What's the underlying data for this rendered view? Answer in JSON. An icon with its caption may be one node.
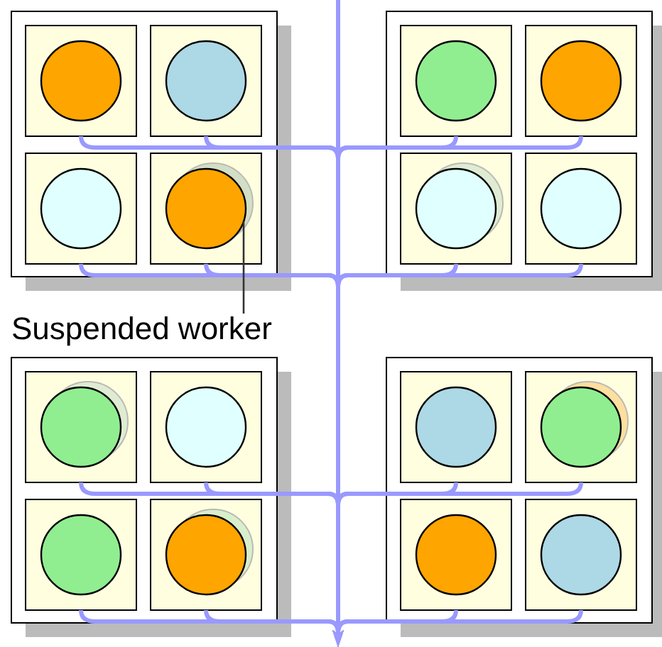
{
  "diagram": {
    "nodes": [
      {
        "text": [],
        "shape": "box"
      },
      {
        "text": [],
        "shape": "box",
        "in": 0
      },
      {
        "text": [],
        "shape": "circle",
        "in": 1
      },
      {
        "text": [],
        "shape": "box",
        "in": 0
      },
      {
        "text": [],
        "shape": "circle",
        "in": 3
      },
      {
        "text": [],
        "shape": "box",
        "in": 0
      },
      {
        "text": [],
        "shape": "circle",
        "in": 5
      },
      {
        "text": [],
        "shape": "box",
        "in": 0
      },
      {
        "text": [],
        "shape": "circle",
        "in": 7
      },
      {
        "text": [],
        "shape": "box"
      },
      {
        "text": [],
        "shape": "box",
        "in": 9
      },
      {
        "text": [],
        "shape": "circle",
        "in": 10
      },
      {
        "text": [],
        "shape": "box",
        "in": 9
      },
      {
        "text": [],
        "shape": "circle",
        "in": 12
      },
      {
        "text": [],
        "shape": "box",
        "in": 9
      },
      {
        "text": [],
        "shape": "circle",
        "in": 14
      },
      {
        "text": [],
        "shape": "box",
        "in": 9
      },
      {
        "text": [],
        "shape": "circle",
        "in": 16
      },
      {
        "text": [
          "Suspended worker"
        ]
      },
      {
        "text": [],
        "shape": "box"
      },
      {
        "text": [],
        "shape": "box",
        "in": 19
      },
      {
        "text": [],
        "shape": "circle",
        "in": 20
      },
      {
        "text": [],
        "shape": "box",
        "in": 19
      },
      {
        "text": [],
        "shape": "circle",
        "in": 22
      },
      {
        "text": [],
        "shape": "box",
        "in": 19
      },
      {
        "text": [],
        "shape": "circle",
        "in": 24
      },
      {
        "text": [],
        "shape": "box",
        "in": 19
      },
      {
        "text": [],
        "shape": "circle",
        "in": 26
      },
      {
        "text": [],
        "shape": "box"
      },
      {
        "text": [],
        "shape": "box",
        "in": 28
      },
      {
        "text": [],
        "shape": "circle",
        "in": 29
      },
      {
        "text": [],
        "shape": "box",
        "in": 28
      },
      {
        "text": [],
        "shape": "circle",
        "in": 31
      },
      {
        "text": [],
        "shape": "box",
        "in": 28
      },
      {
        "text": [],
        "shape": "circle",
        "in": 33
      },
      {
        "text": [],
        "shape": "box",
        "in": 28
      },
      {
        "text": [],
        "shape": "circle",
        "in": 35
      }
    ],
    "edges": [
      {
        "from": 18,
        "to": 8,
        "arrow": "none",
        "color": "#333333"
      },
      {
        "from": 1,
        "to": null,
        "arrow": "to"
      },
      {
        "from": 3,
        "to": null,
        "arrow": "to"
      },
      {
        "from": 5,
        "to": null,
        "arrow": "to"
      },
      {
        "from": 7,
        "to": null,
        "arrow": "to"
      },
      {
        "from": 10,
        "to": null,
        "arrow": "to"
      },
      {
        "from": 12,
        "to": null,
        "arrow": "to"
      },
      {
        "from": 14,
        "to": null,
        "arrow": "to"
      },
      {
        "from": 16,
        "to": null,
        "arrow": "to"
      },
      {
        "from": 20,
        "to": null,
        "arrow": "to"
      },
      {
        "from": 22,
        "to": null,
        "arrow": "to"
      },
      {
        "from": 24,
        "to": null,
        "arrow": "to"
      },
      {
        "from": 26,
        "to": null,
        "arrow": "to"
      },
      {
        "from": 29,
        "to": null,
        "arrow": "to"
      },
      {
        "from": 31,
        "to": null,
        "arrow": "to"
      },
      {
        "from": 33,
        "to": null,
        "arrow": "to"
      },
      {
        "from": 35,
        "to": null,
        "arrow": "to"
      }
    ]
  }
}
